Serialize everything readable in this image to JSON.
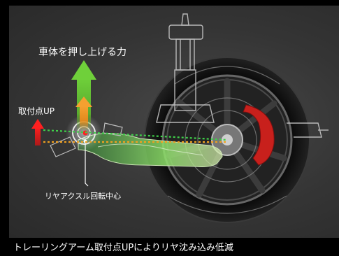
{
  "labels": {
    "headline": "車体を押し上げる力",
    "mount_point": "取付点UP",
    "axle_center": "リヤアクスル回転中心"
  },
  "caption": "トレーリングアーム取付点UPによりリヤ沈み込み低減",
  "colors": {
    "lift_arrow_green": "#5fbf2e",
    "mount_arrow_orange": "#f08a1c",
    "mount_up_arrow_red": "#e01010",
    "guide_line_green": "#3fd04a",
    "guide_line_orange": "#f0a020",
    "brake_caliper_red": "#c8201c"
  },
  "icons": {
    "lift_arrow": "arrow-up-icon",
    "mount_up_arrow": "arrow-up-icon",
    "pivot_marker": "pivot-point-icon"
  }
}
